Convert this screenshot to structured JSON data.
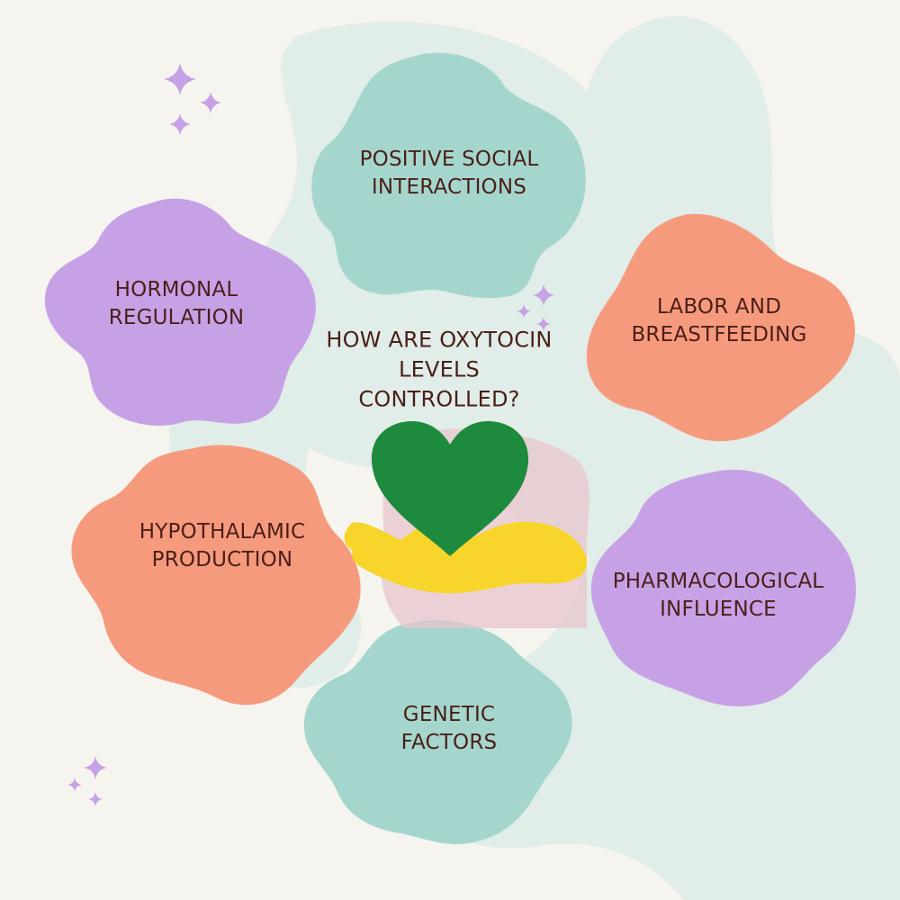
{
  "title": {
    "lines": [
      "HOW ARE OXYTOCIN",
      "LEVELS",
      "CONTROLLED?"
    ]
  },
  "colors": {
    "background": "#f5f4ef",
    "backdrop": "#e1ede8",
    "teal": "#a4d6cd",
    "purple": "#c7a1e6",
    "coral": "#f69a7d",
    "heart": "#1d8a3d",
    "hand": "#f7d52a",
    "sparkle": "#c7a1e6",
    "text": "#4a1f18"
  },
  "nodes": [
    {
      "id": "positive-social-interactions",
      "color": "teal",
      "lines": [
        "POSITIVE SOCIAL",
        "INTERACTIONS"
      ]
    },
    {
      "id": "hormonal-regulation",
      "color": "purple",
      "lines": [
        "HORMONAL",
        "REGULATION"
      ]
    },
    {
      "id": "labor-and-breastfeeding",
      "color": "coral",
      "lines": [
        "LABOR AND",
        "BREASTFEEDING"
      ]
    },
    {
      "id": "hypothalamic-production",
      "color": "coral",
      "lines": [
        "HYPOTHALAMIC",
        "PRODUCTION"
      ]
    },
    {
      "id": "pharmacological-influence",
      "color": "purple",
      "lines": [
        "PHARMACOLOGICAL",
        "INFLUENCE"
      ]
    },
    {
      "id": "genetic-factors",
      "color": "teal",
      "lines": [
        "GENETIC",
        "FACTORS"
      ]
    }
  ],
  "center_icon": {
    "name": "heart-in-hand-icon"
  },
  "sparkles": {
    "name": "sparkle-icon"
  }
}
